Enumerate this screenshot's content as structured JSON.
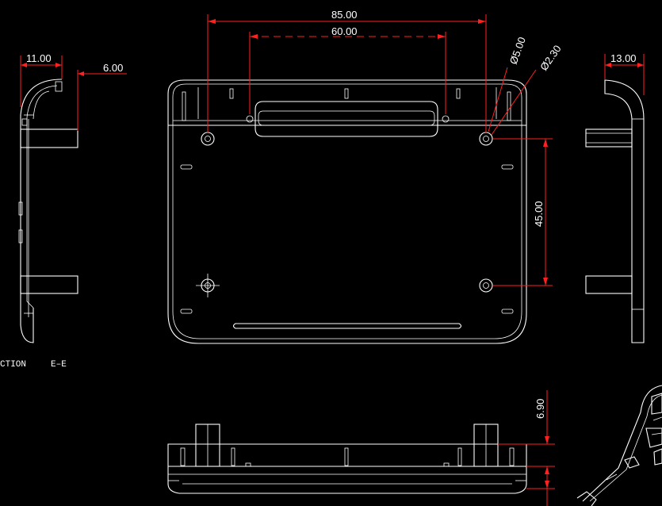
{
  "dimensions": {
    "width_outer": "85.00",
    "width_inner": "60.00",
    "side_left_width": "11.00",
    "side_left_offset": "6.00",
    "hole_large": "Ø5.00",
    "hole_small": "Ø2.30",
    "side_right_width": "13.00",
    "hole_spacing": "45.00",
    "bottom_height": "6.90"
  },
  "labels": {
    "section_word": "CTION",
    "section_name": "E–E"
  },
  "colors": {
    "background": "#000000",
    "geometry": "#ffffff",
    "dimension": "#ff2020"
  }
}
